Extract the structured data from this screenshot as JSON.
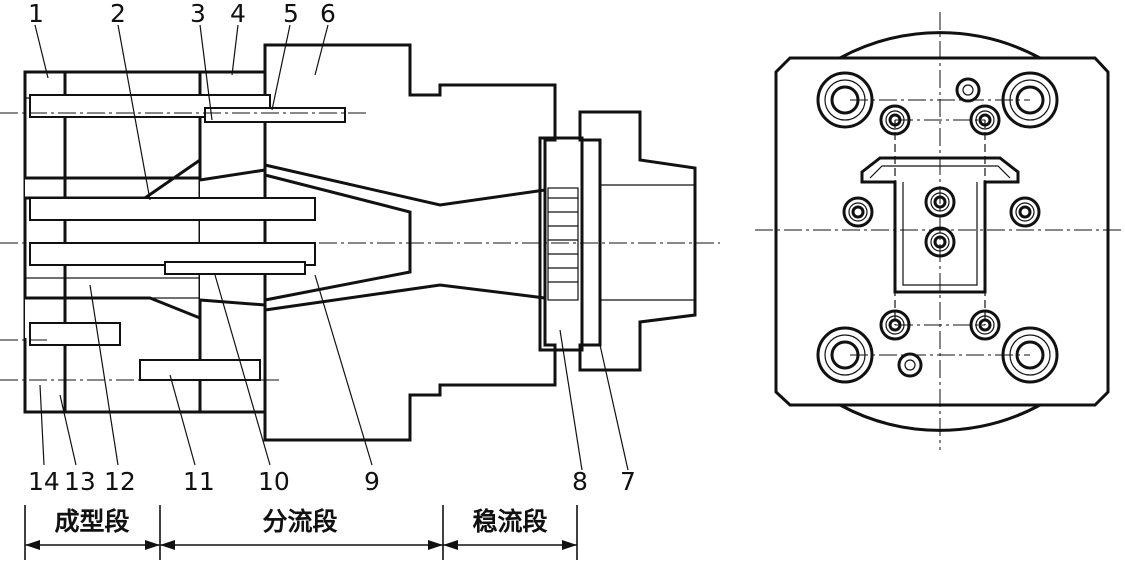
{
  "part_numbers": [
    "1",
    "2",
    "3",
    "4",
    "5",
    "6",
    "7",
    "8",
    "9",
    "10",
    "11",
    "12",
    "13",
    "14"
  ],
  "sections": {
    "forming": "成型段",
    "distribution": "分流段",
    "stabilizing": "稳流段"
  }
}
